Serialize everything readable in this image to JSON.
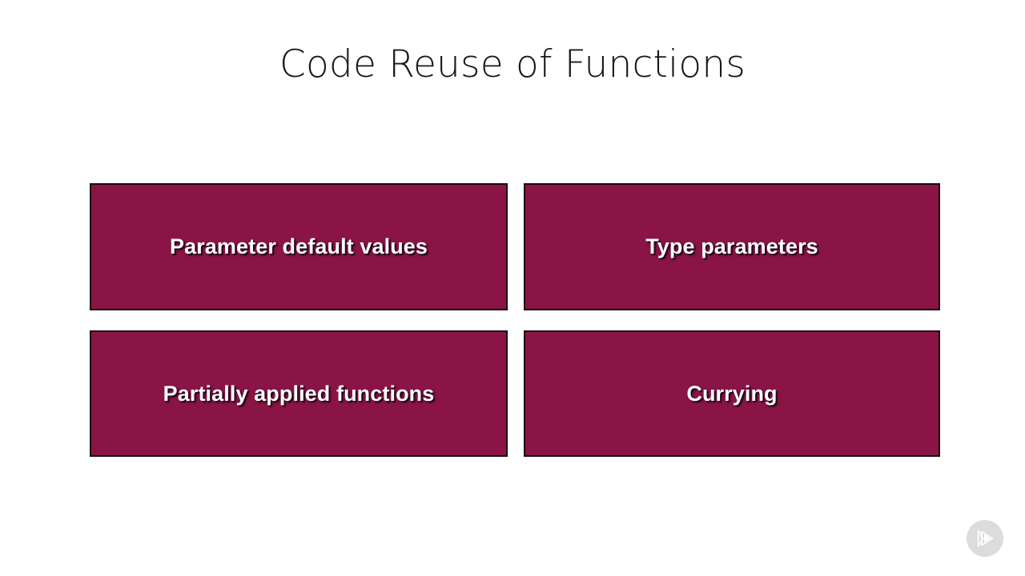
{
  "slide": {
    "title": "Code Reuse of Functions",
    "background_color": "#ffffff",
    "title_color": "#191919",
    "card_fill_color": "#8A1446",
    "card_border_color": "#1b0a13",
    "card_label_color": "#ffffff",
    "logo_circle_color": "#dcdcdc",
    "logo_mark_color": "#ffffff"
  },
  "cards": [
    {
      "label": "Parameter default values"
    },
    {
      "label": "Type parameters"
    },
    {
      "label": "Partially applied functions"
    },
    {
      "label": "Currying"
    }
  ],
  "branding": {
    "logo_name": "pluralsight-play-logo"
  }
}
